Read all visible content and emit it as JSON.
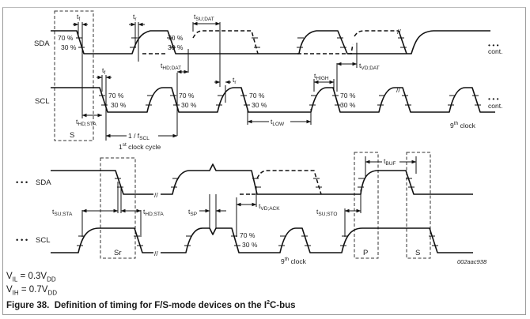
{
  "figure": {
    "number_label": "Figure 38.",
    "title": "Definition of timing for F/S-mode devices on the I",
    "title_superscript": "2",
    "title_suffix": "C-bus",
    "figure_id": "002aac938"
  },
  "signals": {
    "top_sda": "SDA",
    "top_scl": "SCL",
    "bottom_sda_prefix": "• • •",
    "bottom_sda": "SDA",
    "bottom_scl_prefix": "• • •",
    "bottom_scl": "SCL",
    "continuation_dots": "• • •",
    "continuation_label": "cont."
  },
  "thresholds": {
    "high_pct": "70 %",
    "low_pct": "30 %"
  },
  "conditions": {
    "start": "S",
    "repeated_start": "Sr",
    "stop": "P",
    "start2": "S"
  },
  "timing_labels": {
    "tf_main": "t",
    "tf_sub": "f",
    "tr_main": "t",
    "tr_sub": "r",
    "tsu_dat_main": "t",
    "tsu_dat_sub": "SU;DAT",
    "thd_dat_main": "t",
    "thd_dat_sub": "HD;DAT",
    "tvd_dat_main": "t",
    "tvd_dat_sub": "VD;DAT",
    "thd_sta_main": "t",
    "thd_sta_sub": "HD;STA",
    "thigh_main": "t",
    "thigh_sub": "HIGH",
    "tlow_main": "t",
    "tlow_sub": "LOW",
    "fscl_prefix": "1 / f",
    "fscl_sub": "SCL",
    "first_clock_num": "1",
    "first_clock_sup": "st",
    "first_clock_text": " clock cycle",
    "ninth_clock_num": "9",
    "ninth_clock_sup": "th",
    "ninth_clock_text": " clock",
    "tsu_sta_main": "t",
    "tsu_sta_sub": "SU;STA",
    "tsp_main": "t",
    "tsp_sub": "SP",
    "tvd_ack_main": "t",
    "tvd_ack_sub": "VD;ACK",
    "tsu_sto_main": "t",
    "tsu_sto_sub": "SU;STO",
    "tbuf_main": "t",
    "tbuf_sub": "BUF"
  },
  "voltage_levels": [
    {
      "symbol": "V",
      "symbol_sub": "IL",
      "equals": " = 0.3V",
      "ref_sub": "DD"
    },
    {
      "symbol": "V",
      "symbol_sub": "IH",
      "equals": " = 0.7V",
      "ref_sub": "DD"
    }
  ]
}
